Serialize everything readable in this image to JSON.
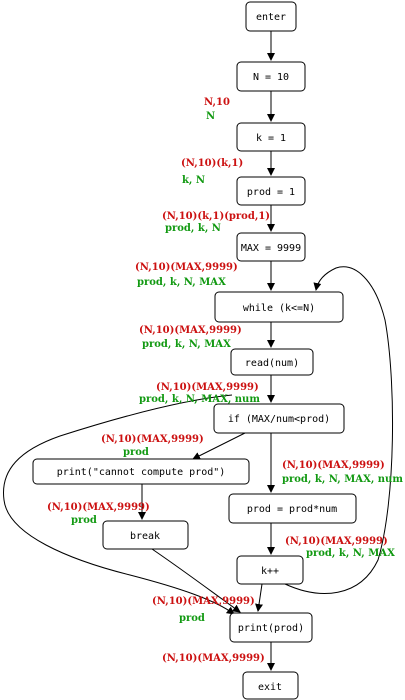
{
  "colors": {
    "defined": "#cc1111",
    "live": "#119911"
  },
  "nodes": {
    "enter": "enter",
    "n": "N = 10",
    "k": "k = 1",
    "prod": "prod = 1",
    "max": "MAX = 9999",
    "while": "while (k<=N)",
    "read": "read(num)",
    "if": "if (MAX/num<prod)",
    "print_err": "print(\"cannot compute prod\")",
    "prod_mul": "prod = prod*num",
    "break": "break",
    "kpp": "k++",
    "print_prod": "print(prod)",
    "exit": "exit"
  },
  "annotations": {
    "a1_red": "N,10",
    "a1_green": "N",
    "a2_red": "(N,10)(k,1)",
    "a2_green": "k, N",
    "a3_red": "(N,10)(k,1)(prod,1)",
    "a3_green": "prod, k, N",
    "a4_red": "(N,10)(MAX,9999)",
    "a4_green": "prod, k, N, MAX",
    "a5_red": "(N,10)(MAX,9999)",
    "a5_green": "prod, k, N, MAX",
    "a6_red": "(N,10)(MAX,9999)",
    "a6_green": "prod, k, N, MAX, num",
    "a7_red": "(N,10)(MAX,9999)",
    "a7_green": "prod",
    "a8_red": "(N,10)(MAX,9999)",
    "a8_green": "prod, k, N, MAX, num",
    "a9_red": "(N,10)(MAX,9999)",
    "a9_green": "prod",
    "a10_red": "(N,10)(MAX,9999)",
    "a10_green": "prod, k, N, MAX",
    "a11_red": "(N,10)(MAX,9999)",
    "a11_green": "prod",
    "a12_red": "(N,10)(MAX,9999)"
  }
}
